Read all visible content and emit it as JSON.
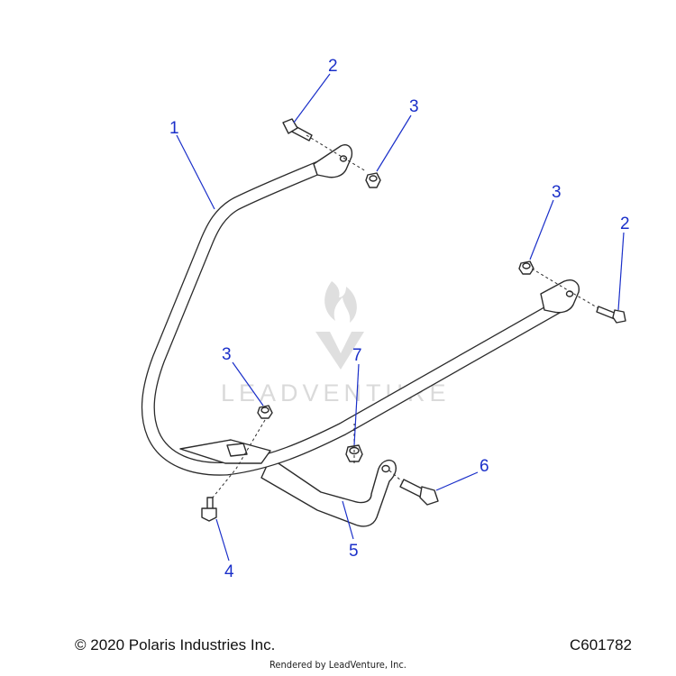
{
  "diagram": {
    "callouts": [
      {
        "id": "c1",
        "label": "1"
      },
      {
        "id": "c2a",
        "label": "2"
      },
      {
        "id": "c2b",
        "label": "2"
      },
      {
        "id": "c3a",
        "label": "3"
      },
      {
        "id": "c3b",
        "label": "3"
      },
      {
        "id": "c3c",
        "label": "3"
      },
      {
        "id": "c4",
        "label": "4"
      },
      {
        "id": "c5",
        "label": "5"
      },
      {
        "id": "c6",
        "label": "6"
      },
      {
        "id": "c7",
        "label": "7"
      }
    ],
    "watermark": "LEADVENTURE"
  },
  "footer": {
    "copyright": "© 2020 Polaris Industries Inc.",
    "code": "C601782",
    "rendered_by": "Rendered by LeadVenture, Inc."
  }
}
